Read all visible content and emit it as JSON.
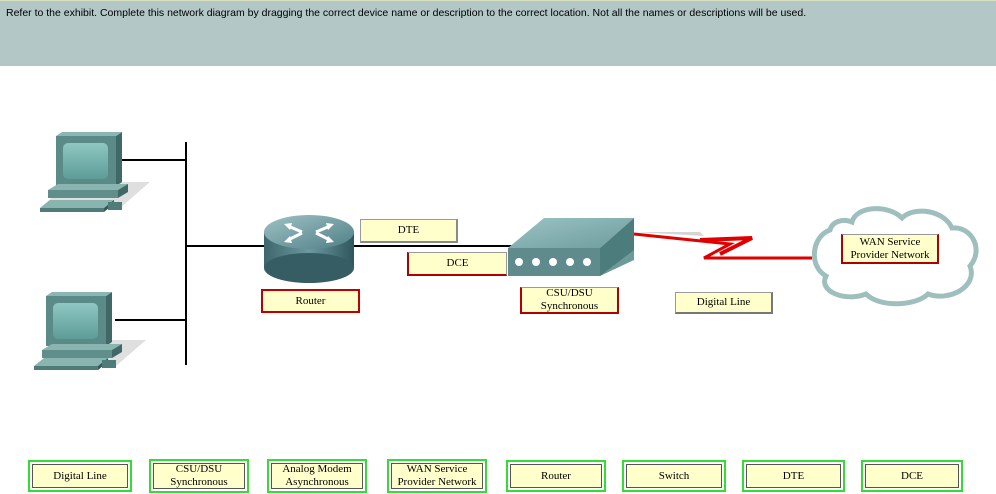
{
  "instructions": "Refer to the exhibit.  Complete this network diagram by dragging the correct device name or description to the correct location.  Not all the names or descriptions will be used.",
  "placed": {
    "dte": "DTE",
    "dce": "DCE",
    "router": "Router",
    "csu_dsu_line1": "CSU/DSU",
    "csu_dsu_line2": "Synchronous",
    "digital_line": "Digital Line",
    "wan_line1": "WAN Service",
    "wan_line2": "Provider Network"
  },
  "options": [
    {
      "line1": "Digital Line",
      "line2": ""
    },
    {
      "line1": "CSU/DSU",
      "line2": "Synchronous"
    },
    {
      "line1": "Analog Modem",
      "line2": "Asynchronous"
    },
    {
      "line1": "WAN Service",
      "line2": "Provider Network"
    },
    {
      "line1": "Router",
      "line2": ""
    },
    {
      "line1": "Switch",
      "line2": ""
    },
    {
      "line1": "DTE",
      "line2": ""
    },
    {
      "line1": "DCE",
      "line2": ""
    }
  ],
  "colors": {
    "header_bg": "#b3c7c7",
    "label_bg": "#ffffcc",
    "option_border": "#33dd33",
    "placed_error_border": "#c00000",
    "serial_line": "#e00000"
  }
}
